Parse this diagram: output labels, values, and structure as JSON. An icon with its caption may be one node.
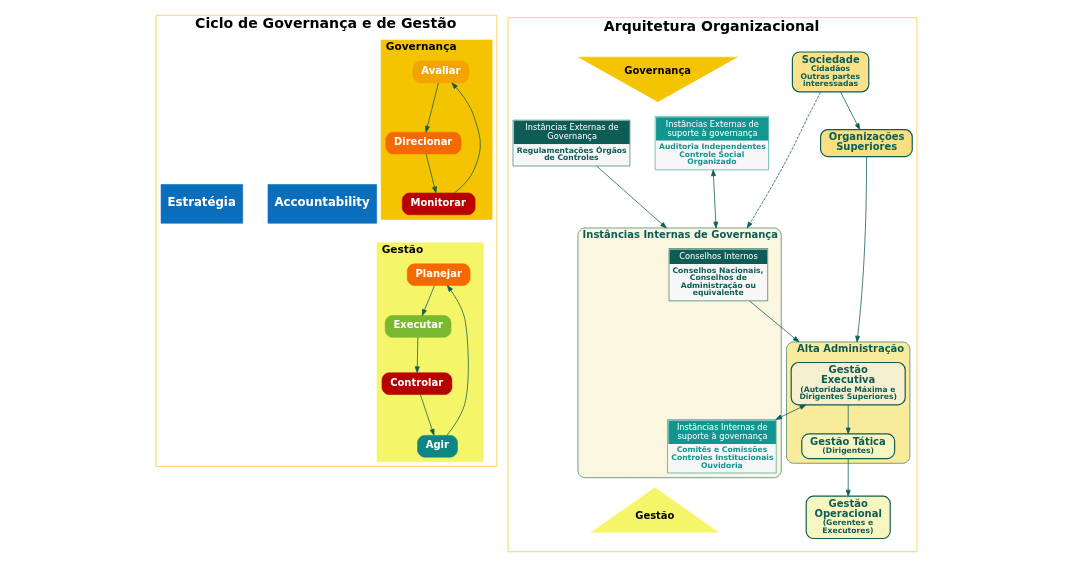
{
  "diagram": {
    "nodes": [
      {
        "text": [
          "Ciclo de Governança e de Gestão"
        ]
      },
      {
        "text": [
          "Governança"
        ],
        "in": 0
      },
      {
        "text": [
          "Avaliar"
        ],
        "in": 1
      },
      {
        "text": [
          "Direcionar"
        ],
        "in": 1
      },
      {
        "text": [
          "Monitorar"
        ],
        "in": 1
      },
      {
        "text": [
          "Accountability"
        ],
        "in": 0
      },
      {
        "text": [
          "Estratégia"
        ],
        "in": 0
      },
      {
        "text": [
          "Gestão"
        ],
        "in": 0
      },
      {
        "text": [
          "Planejar"
        ],
        "in": 7
      },
      {
        "text": [
          "Agir"
        ],
        "in": 7
      },
      {
        "text": [
          "Executar"
        ],
        "in": 7
      },
      {
        "text": [
          "Controlar"
        ],
        "in": 7
      },
      {
        "text": [
          "Arquitetura Organizacional"
        ]
      },
      {
        "text": [
          "Sociedade",
          "Cidadãos",
          "Outras partes interessadas"
        ],
        "in": 12
      },
      {
        "text": [
          "Governança"
        ],
        "in": 12
      },
      {
        "text": [
          "Organizações Superiores"
        ],
        "in": 12
      },
      {
        "text": [
          "Instâncias Externas de Governança",
          "Regulamentações Órgãos de Controles"
        ],
        "in": 12
      },
      {
        "text": [
          "Instâncias Internas de Governança"
        ],
        "in": 12
      },
      {
        "text": [
          "Conselhos Internos",
          "Conselhos Nacionais, Conselhos de Administração ou equivalente"
        ],
        "in": 17
      },
      {
        "text": [
          "Instâncias Externas de suporte à governança",
          "Auditoria Independentes Controle Social Organizado"
        ],
        "in": 12
      },
      {
        "text": [
          "Alta Administração"
        ],
        "in": 12
      },
      {
        "text": [
          "Gestão Executiva",
          "(Autoridade Máxima e Dirigentes Superiores)"
        ],
        "in": 20
      },
      {
        "text": [
          "Instâncias Internas de suporte à governança",
          "Comitês e Comissões Controles Institucionais Ouvidoria"
        ],
        "in": 17
      },
      {
        "text": [
          "Gestão Tática",
          "(Dirigentes)"
        ],
        "in": 20
      },
      {
        "text": [
          "Gestão Operacional",
          "(Gerentes e Executores)"
        ],
        "in": 12
      },
      {
        "text": [
          "Gestão"
        ],
        "in": 12
      }
    ],
    "edges": [
      {
        "from": 2,
        "to": 3,
        "arrow": "to"
      },
      {
        "from": 3,
        "to": 4,
        "arrow": "to"
      },
      {
        "from": 4,
        "to": 2,
        "arrow": "to"
      },
      {
        "from": 8,
        "to": 10,
        "arrow": "to"
      },
      {
        "from": 10,
        "to": 11,
        "arrow": "to"
      },
      {
        "from": 11,
        "to": 9,
        "arrow": "to"
      },
      {
        "from": 9,
        "to": 8,
        "arrow": "to"
      },
      {
        "from": 13,
        "to": 15,
        "arrow": "to"
      },
      {
        "from": 13,
        "to": 17,
        "arrow": "to",
        "style": "dashed"
      },
      {
        "from": 15,
        "to": 20,
        "arrow": "to"
      },
      {
        "from": 16,
        "to": 17,
        "arrow": "to"
      },
      {
        "from": 18,
        "to": 20,
        "arrow": "to"
      },
      {
        "from": 19,
        "to": 17,
        "arrow": "both"
      },
      {
        "from": 21,
        "to": 22,
        "arrow": "both"
      },
      {
        "from": 21,
        "to": 23,
        "arrow": "to"
      },
      {
        "from": 23,
        "to": 24,
        "arrow": "to"
      }
    ]
  }
}
